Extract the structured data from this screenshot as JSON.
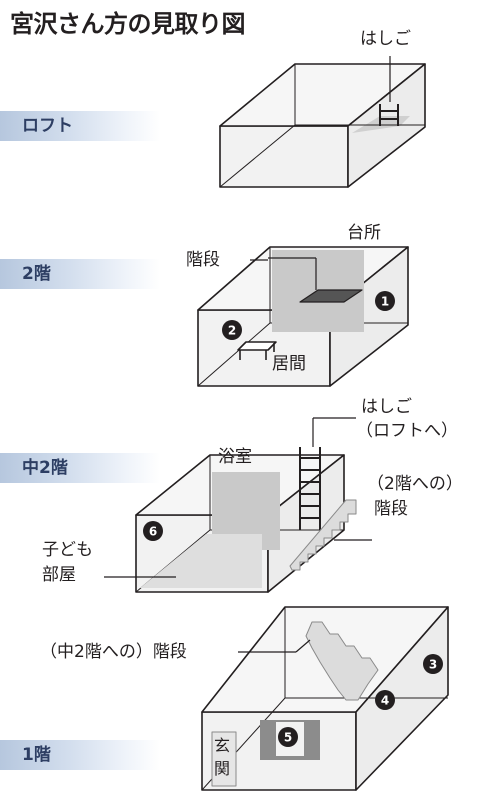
{
  "title": "宮沢さん方の見取り図",
  "floors": {
    "loft": "ロフト",
    "second": "2階",
    "mezzanine": "中2階",
    "first": "1階"
  },
  "labels": {
    "loft_ladder": "はしご",
    "kitchen": "台所",
    "stairs_2f": "階段",
    "living_room": "居間",
    "ladder_to_loft_1": "はしご",
    "ladder_to_loft_2": "（ロフトへ）",
    "stairs_to_2f_1": "（2階への）",
    "stairs_to_2f_2": "階段",
    "bathroom": "浴室",
    "kids_room_1": "子ども",
    "kids_room_2": "部屋",
    "stairs_to_mezz": "（中2階への）階段",
    "entrance_1": "玄",
    "entrance_2": "関"
  },
  "badges": [
    "1",
    "2",
    "3",
    "4",
    "5",
    "6"
  ],
  "colors": {
    "floor_band": "#b6c7de",
    "floor_text": "#2d3e63",
    "box_fill": "#f2f2f2",
    "box_line": "#231f20",
    "gray_area": "#c9c9c9",
    "badge": "#231f20"
  }
}
